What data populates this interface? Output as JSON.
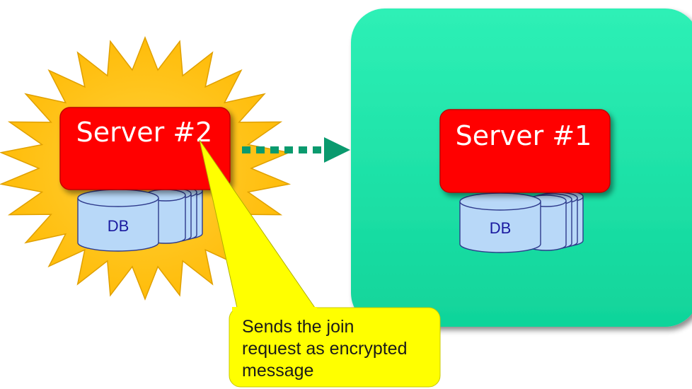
{
  "server2": {
    "label": "Server #2",
    "db_label": "DB"
  },
  "server1": {
    "label": "Server #1",
    "db_label": "DB"
  },
  "callout": {
    "lines": [
      "Sends the join",
      "request as encrypted",
      "message"
    ]
  },
  "colors": {
    "server_red": "#ff0000",
    "panel_green": "#1ee3a6",
    "starburst": "#ffc21a",
    "db_fill": "#b8d8f8",
    "arrow": "#0a9a6e",
    "callout_yellow": "#ffff00"
  }
}
